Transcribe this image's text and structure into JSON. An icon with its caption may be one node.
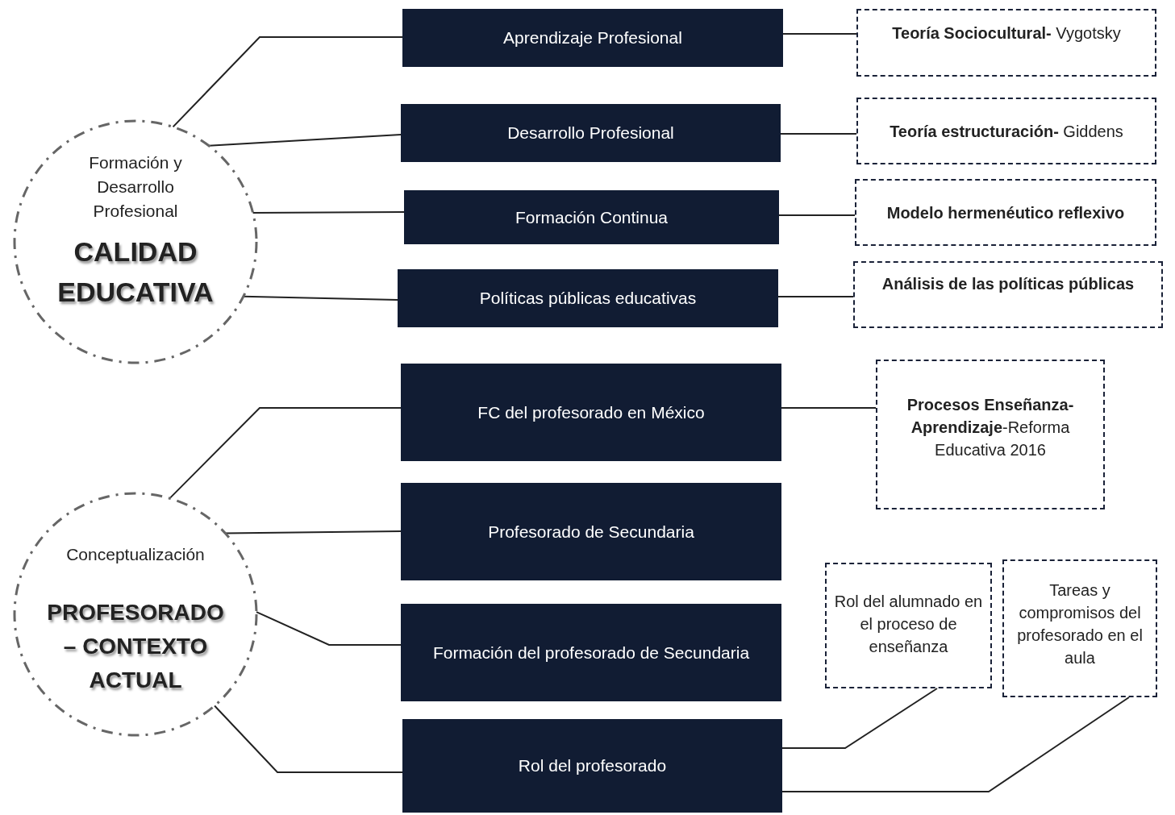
{
  "diagram": {
    "nodes": [
      {
        "text": [
          "Formación y Desarrollo Profesional",
          "CALIDAD EDUCATIVA"
        ]
      },
      {
        "text": [
          "Aprendizaje Profesional"
        ]
      },
      {
        "text": [
          "**Teoría Sociocultural-** Vygotsky"
        ]
      },
      {
        "text": [
          "Desarrollo Profesional"
        ]
      },
      {
        "text": [
          "**Teoría estructuración-** Giddens"
        ]
      },
      {
        "text": [
          "Formación Continua"
        ]
      },
      {
        "text": [
          "Modelo hermenéutico reflexivo"
        ]
      },
      {
        "text": [
          "Políticas públicas educativas"
        ]
      },
      {
        "text": [
          "Análisis de las políticas públicas"
        ]
      },
      {
        "text": [
          "Conceptualización",
          "PROFESORADO – CONTEXTO ACTUAL"
        ]
      },
      {
        "text": [
          "FC del profesorado en México"
        ]
      },
      {
        "text": [
          "**Procesos Enseñanza- Aprendizaje**-Reforma Educativa 2016"
        ]
      },
      {
        "text": [
          "Profesorado de Secundaria"
        ]
      },
      {
        "text": [
          "Formación del profesorado de Secundaria"
        ]
      },
      {
        "text": [
          "Rol del alumnado en el proceso de enseñanza"
        ]
      },
      {
        "text": [
          "Tareas y compromisos del profesorado en el aula"
        ]
      },
      {
        "text": [
          "Rol del profesorado"
        ]
      }
    ],
    "edges": [
      {
        "from": 0,
        "to": 1,
        "arrow": "none"
      },
      {
        "from": 0,
        "to": 3,
        "arrow": "none"
      },
      {
        "from": 0,
        "to": 5,
        "arrow": "none"
      },
      {
        "from": 0,
        "to": 7,
        "arrow": "none"
      },
      {
        "from": 1,
        "to": 2,
        "arrow": "none"
      },
      {
        "from": 3,
        "to": 4,
        "arrow": "none"
      },
      {
        "from": 5,
        "to": 6,
        "arrow": "none"
      },
      {
        "from": 7,
        "to": 8,
        "arrow": "none"
      },
      {
        "from": 9,
        "to": 10,
        "arrow": "none"
      },
      {
        "from": 9,
        "to": 12,
        "arrow": "none"
      },
      {
        "from": 9,
        "to": 13,
        "arrow": "none"
      },
      {
        "from": 9,
        "to": 16,
        "arrow": "none"
      },
      {
        "from": 10,
        "to": 11,
        "arrow": "none"
      },
      {
        "from": 16,
        "to": 14,
        "arrow": "none"
      },
      {
        "from": 16,
        "to": 15,
        "arrow": "none"
      }
    ]
  }
}
